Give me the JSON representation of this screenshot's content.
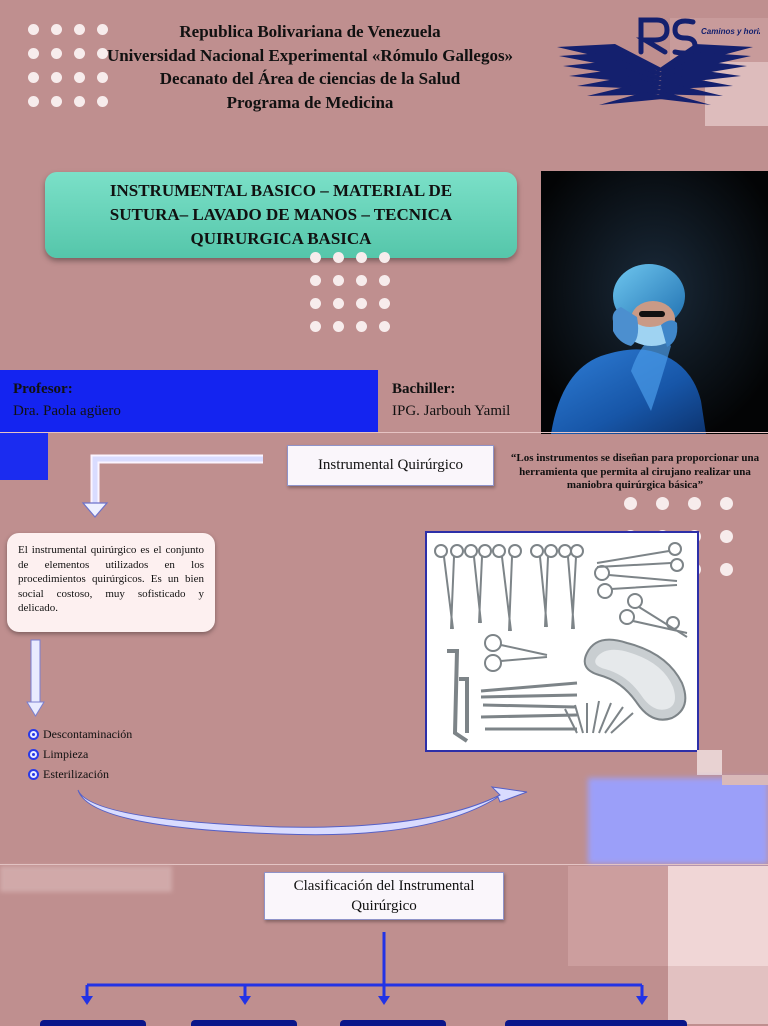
{
  "header": {
    "line1": "Republica Bolivariana de Venezuela",
    "line2": "Universidad Nacional Experimental «Rómulo Gallegos»",
    "line3": "Decanato del Área de ciencias de la Salud",
    "line4": "Programa de Medicina"
  },
  "logo": {
    "text": "Caminos y horizontes",
    "icon": "university-logo-icon",
    "color": "#14206e"
  },
  "title": "INSTRUMENTAL BASICO – MATERIAL DE SUTURA– LAVADO DE MANOS – TECNICA QUIRURGICA BASICA",
  "profesor": {
    "label": "Profesor:",
    "name": "Dra. Paola agüero"
  },
  "bachiller": {
    "label": "Bachiller:",
    "name": "IPG. Jarbouh Yamil"
  },
  "instrumental_label": "Instrumental Quirúrgico",
  "quote": "“Los instrumentos se diseñan para proporcionar una herramienta que permita al cirujano realizar una maniobra quirúrgica básica”",
  "definition": "El instrumental quirúrgico es el conjunto de elementos utilizados en los procedimientos quirúrgicos. Es un bien social costoso, muy sofisticado y delicado.",
  "steps": [
    "Descontaminación",
    "Limpieza",
    "Esterilización"
  ],
  "clasificacion_label": "Clasificación del Instrumental Quirúrgico",
  "colors": {
    "background": "#bf8f8f",
    "accent_blue": "#1424f0",
    "title_green": "#5fd0b5",
    "arrow_blue": "#2a3ae8"
  }
}
